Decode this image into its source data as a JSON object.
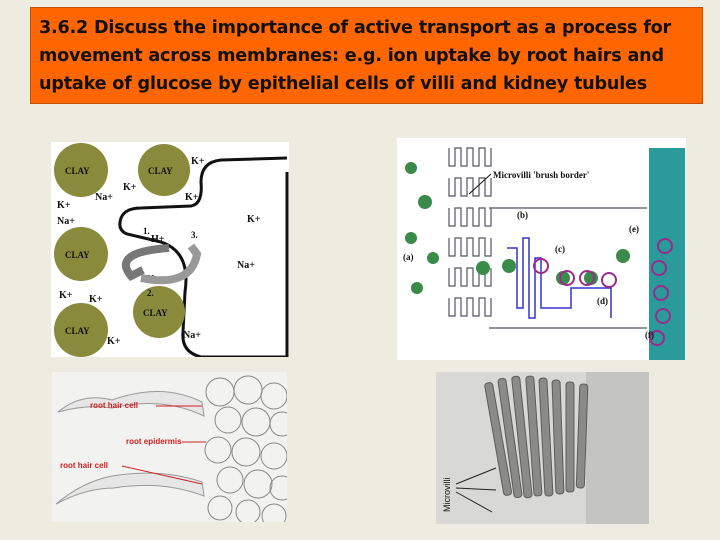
{
  "slide": {
    "title": "3.6.2 Discuss the importance of active transport as a process for movement across membranes:  e.g. ion uptake by root hairs and uptake of glucose by epithelial cells of villi and kidney tubules"
  },
  "figures": {
    "root_ion_diagram": {
      "clay_label": "CLAY",
      "k": "K+",
      "na": "Na+",
      "h": "H+",
      "step1": "1.",
      "step2": "2.",
      "step3": "3."
    },
    "microvilli_diagram": {
      "brush_border": "Microvilli 'brush border'",
      "a": "(a)",
      "b": "(b)",
      "c": "(c)",
      "d": "(d)",
      "e": "(e)",
      "f": "(f)"
    },
    "root_micrograph": {
      "root_hair_cell_top": "root hair cell",
      "root_epidermis": "root epidermis",
      "root_hair_cell_bottom": "root hair cell"
    },
    "microvilli_micrograph": {
      "label": "Microvilli"
    }
  }
}
